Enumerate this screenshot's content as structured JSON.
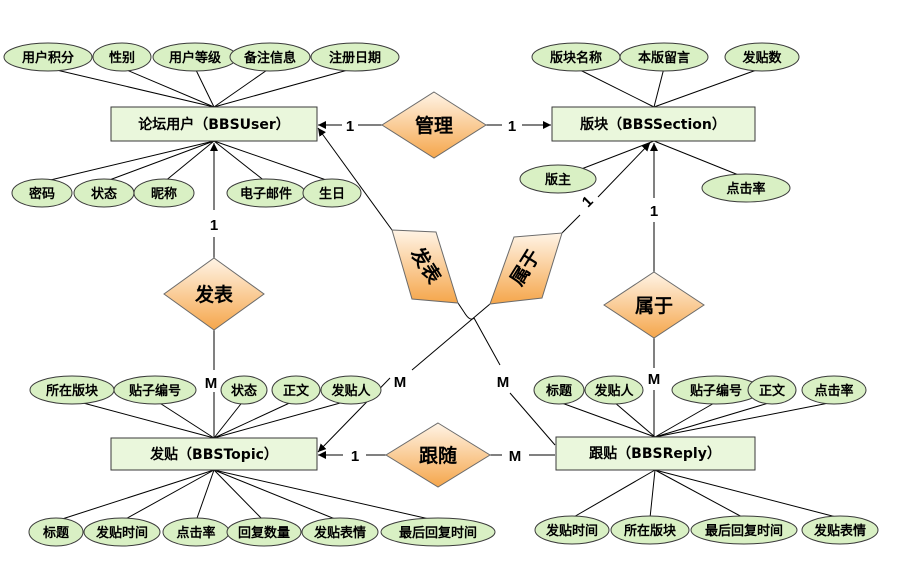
{
  "colors": {
    "entity_fill": "#eaf7dc",
    "attribute_fill": "#d9f0c4",
    "relationship_fill_light": "#fff4e6",
    "relationship_fill_dark": "#f5a64b",
    "line": "#000000"
  },
  "entities": {
    "user": "论坛用户（BBSUser）",
    "section": "版块（BBSSection）",
    "topic": "发贴（BBSTopic）",
    "reply": "跟贴（BBSReply）"
  },
  "attributes": {
    "user_top": [
      "用户积分",
      "性别",
      "用户等级",
      "备注信息",
      "注册日期"
    ],
    "user_bottom": [
      "密码",
      "状态",
      "昵称",
      "电子邮件",
      "生日"
    ],
    "section_top": [
      "版块名称",
      "本版留言",
      "发贴数"
    ],
    "section_side": [
      "版主",
      "点击率"
    ],
    "topic_top": [
      "所在版块",
      "贴子编号",
      "状态",
      "正文",
      "发贴人"
    ],
    "topic_bottom": [
      "标题",
      "发贴时间",
      "点击率",
      "回复数量",
      "发贴表情",
      "最后回复时间"
    ],
    "reply_top": [
      "标题",
      "发贴人",
      "贴子编号",
      "正文",
      "点击率"
    ],
    "reply_bottom": [
      "发贴时间",
      "所在版块",
      "最后回复时间",
      "发贴表情"
    ]
  },
  "relationships": {
    "manage": "管理",
    "publish_left": "发表",
    "publish_mid": "发表",
    "belong_mid": "属于",
    "belong_right": "属于",
    "follow": "跟随"
  },
  "cardinality": {
    "manage_user": "1",
    "manage_section": "1",
    "publish_user": "1",
    "publish_topic": "M",
    "belong_section": "1",
    "belong_topic": "M",
    "publish_mid_reply": "M",
    "belong_mid_section": "1",
    "belong_right_section": "1",
    "belong_right_reply": "M",
    "follow_topic": "1",
    "follow_reply": "M"
  }
}
